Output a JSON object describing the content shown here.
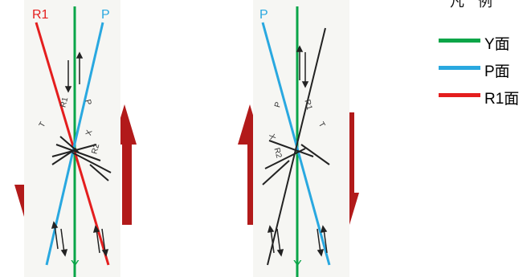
{
  "legend": {
    "title": "凡 例",
    "items": [
      {
        "label": "Y面",
        "color": "#0aa548"
      },
      {
        "label": "P面",
        "color": "#29a8e0"
      },
      {
        "label": "R1面",
        "color": "#e41e1e"
      }
    ]
  },
  "left_panel": {
    "label_r1": "R1",
    "label_p": "P",
    "label_y": "Y",
    "mark_r1": "R1",
    "mark_p": "P",
    "mark_t": "T",
    "mark_x": "X",
    "mark_r2": "R2"
  },
  "right_panel": {
    "label_p": "P",
    "label_y": "Y",
    "mark_r1": "R1",
    "mark_p": "P",
    "mark_t": "T",
    "mark_x": "X",
    "mark_r2": "R2"
  },
  "colors": {
    "shear_arrow": "#b21a1a",
    "y_line": "#0aa548",
    "p_line": "#29a8e0",
    "r1_line": "#e41e1e",
    "fracture": "#222222"
  }
}
